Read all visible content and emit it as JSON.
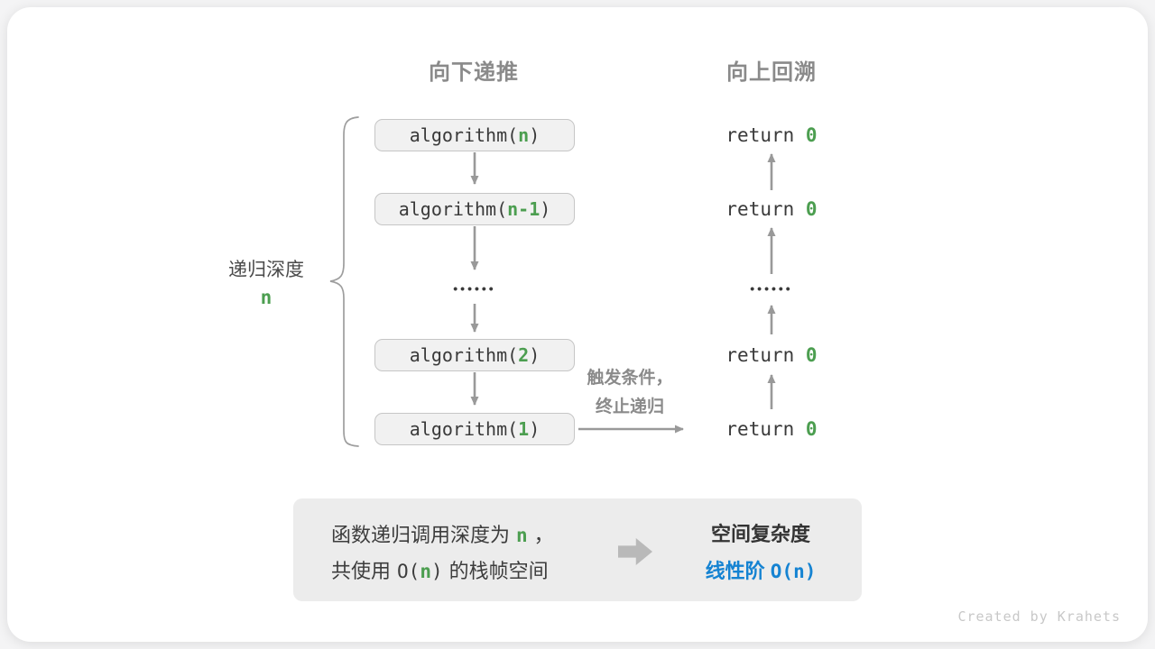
{
  "diagram": {
    "header_left": "向下递推",
    "header_right": "向上回溯",
    "depth_label": "递归深度",
    "depth_var": "n",
    "call_boxes": [
      {
        "prefix": "algorithm(",
        "arg": "n",
        "suffix": ")"
      },
      {
        "prefix": "algorithm(",
        "arg": "n-1",
        "suffix": ")"
      },
      {
        "prefix": "algorithm(",
        "arg": "2",
        "suffix": ")"
      },
      {
        "prefix": "algorithm(",
        "arg": "1",
        "suffix": ")"
      }
    ],
    "ellipsis": "••••••",
    "return_statement": {
      "keyword": "return",
      "value": "0"
    },
    "trigger_note_line1": "触发条件，",
    "trigger_note_line2": "终止递归"
  },
  "summary": {
    "line1_prefix": "函数递归调用深度为",
    "line1_var": "n",
    "line1_suffix": "，",
    "line2_prefix": "共使用",
    "line2_o_open": "O(",
    "line2_var": "n",
    "line2_o_close": ")",
    "line2_suffix": "的栈帧空间",
    "result_title": "空间复杂度",
    "result_value_label": "线性阶",
    "result_value_o": "O(n)"
  },
  "watermark": "Created by Krahets",
  "colors": {
    "accent_green": "#4c9e50",
    "accent_blue": "#1583d2",
    "arrow_gray": "#999999"
  }
}
